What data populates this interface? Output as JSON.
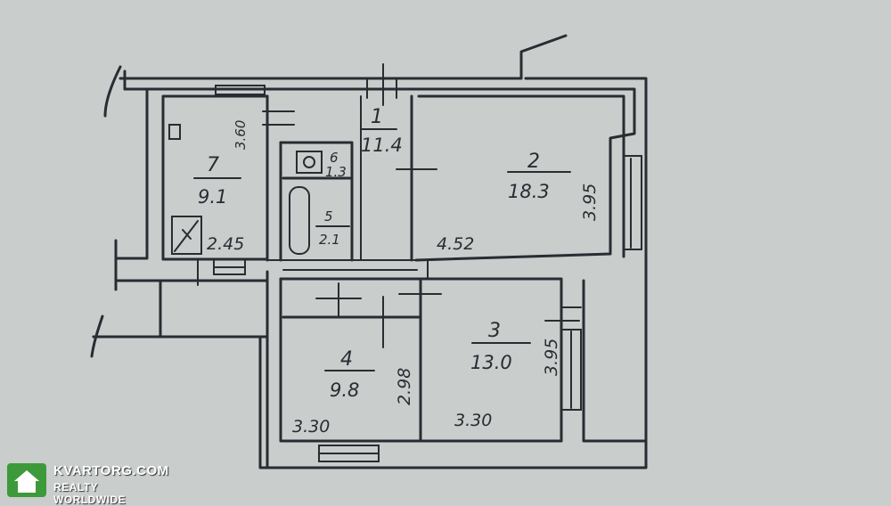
{
  "rooms": [
    {
      "id": "1",
      "number": "1",
      "area": "11.4"
    },
    {
      "id": "2",
      "number": "2",
      "area": "18.3"
    },
    {
      "id": "3",
      "number": "3",
      "area": "13.0"
    },
    {
      "id": "4",
      "number": "4",
      "area": "9.8"
    },
    {
      "id": "5",
      "number": "5",
      "area": "2.1"
    },
    {
      "id": "6",
      "number": "6",
      "area": "1.3"
    },
    {
      "id": "7",
      "number": "7",
      "area": "9.1"
    }
  ],
  "dimensions": {
    "room2_width": "4.52",
    "room2_depth": "3.95",
    "room3_depth": "3.95",
    "room3_width": "3.30",
    "room4_width": "3.30",
    "room4_depth": "2.98",
    "room7_width": "2.45",
    "room7_depth": "3.60"
  },
  "watermark": {
    "brand": "KVARTORG.COM",
    "tagline": "REALTY WORLDWIDE",
    "color": "#3d9a3a"
  }
}
